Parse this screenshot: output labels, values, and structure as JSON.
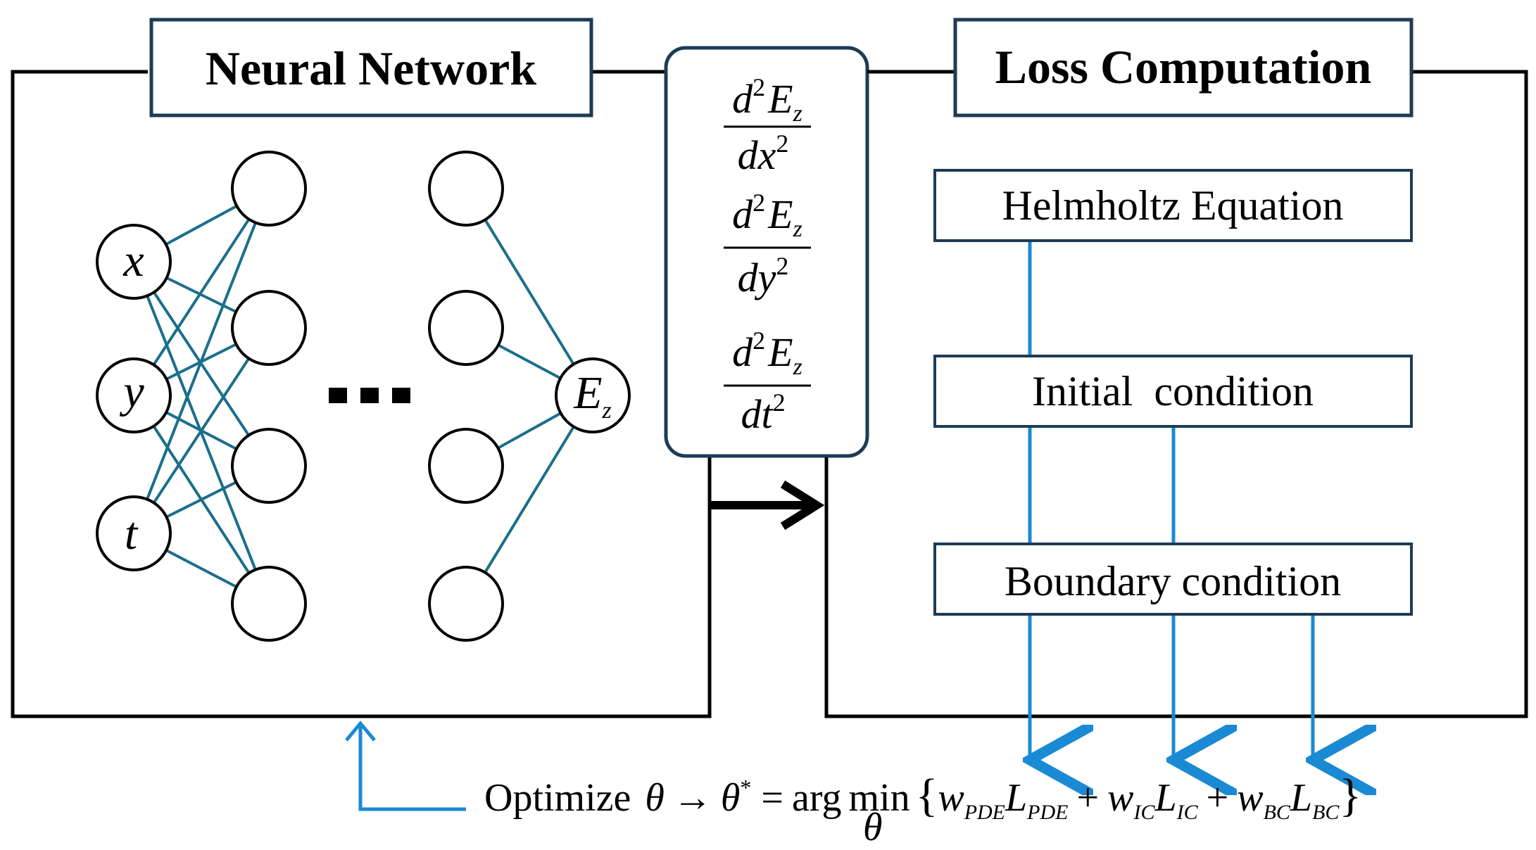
{
  "neural_network": {
    "title": "Neural Network",
    "inputs": [
      "x",
      "y",
      "t"
    ],
    "output": {
      "base": "E",
      "sub": "z"
    },
    "ellipsis": "■ ■ ■"
  },
  "derivatives": [
    {
      "num_d": "d",
      "num_sup": "2",
      "num_E": "E",
      "num_sub": "z",
      "den_d": "dx",
      "den_sup": "2"
    },
    {
      "num_d": "d",
      "num_sup": "2",
      "num_E": "E",
      "num_sub": "z",
      "den_d": "dy",
      "den_sup": "2"
    },
    {
      "num_d": "d",
      "num_sup": "2",
      "num_E": "E",
      "num_sub": "z",
      "den_d": "dt",
      "den_sup": "2"
    }
  ],
  "loss": {
    "title": "Loss Computation",
    "boxes": [
      "Helmholtz Equation",
      "Initial  condition",
      "Boundary condition"
    ]
  },
  "optimize": {
    "prefix": "Optimize",
    "theta": "θ",
    "arrow": "→",
    "theta_star": "θ",
    "star": "*",
    "equals": "=",
    "argmin": "arg",
    "min": "min",
    "min_sub": "θ",
    "lbrace": "{",
    "rbrace": "}",
    "w": "w",
    "L": "L",
    "plus": "+",
    "sub_pde": "PDE",
    "sub_ic": "IC",
    "sub_bc": "BC"
  },
  "colors": {
    "teal": "#1a6f8c",
    "blue": "#1a8ad4",
    "navy": "#1d3b55",
    "black": "#000000"
  }
}
